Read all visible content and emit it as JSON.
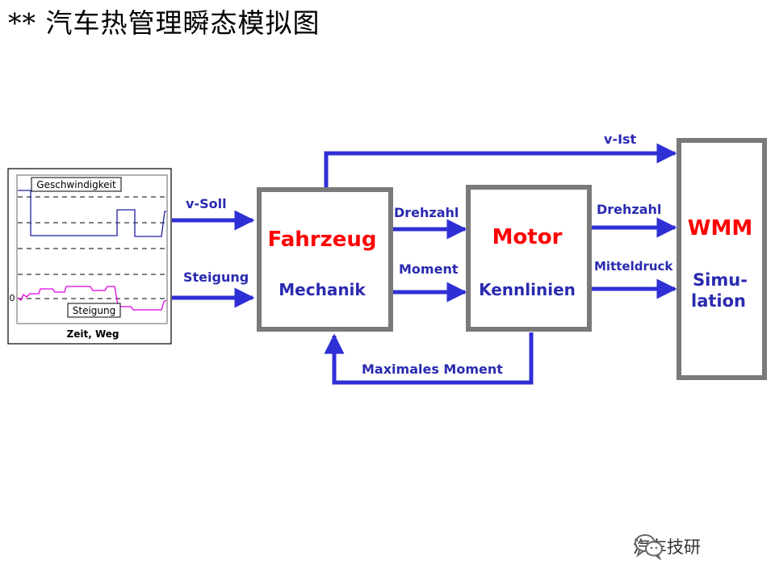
{
  "title": "** 汽车热管理瞬态模拟图",
  "colors": {
    "arrow": "#2f2fd6",
    "label_blue": "#2a2ab0",
    "block_red": "#ff0000",
    "block_border": "#7a7a7a",
    "signal_speed": "#2020a0",
    "signal_grade": "#e000e0"
  },
  "inset_chart": {
    "legend_speed": "Geschwindigkeit",
    "legend_grade": "Steigung",
    "zero_label": "0",
    "xlabel": "Zeit, Weg"
  },
  "arrows": {
    "v_soll": "v-Soll",
    "steigung": "Steigung",
    "v_ist": "v-Ist",
    "drehzahl_1": "Drehzahl",
    "moment": "Moment",
    "drehzahl_2": "Drehzahl",
    "mitteldruck": "Mitteldruck",
    "max_moment": "Maximales Moment"
  },
  "blocks": {
    "fahrzeug": {
      "title": "Fahrzeug",
      "subtitle": "Mechanik"
    },
    "motor": {
      "title": "Motor",
      "subtitle": "Kennlinien"
    },
    "wmm": {
      "title": "WMM",
      "subtitle_1": "Simu-",
      "subtitle_2": "lation"
    }
  },
  "watermark": {
    "icon": "wechat-icon",
    "text": "汽车技研"
  }
}
